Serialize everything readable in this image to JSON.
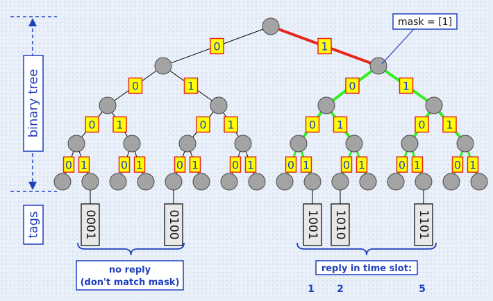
{
  "labels": {
    "binary_tree": "binary tree",
    "tags": "tags",
    "mask": "mask = [1]",
    "no_reply_line1": "no reply",
    "no_reply_line2": "(don't match mask)",
    "reply_in_time_slot": "reply in time slot:"
  },
  "bit_labels": [
    "0",
    "1"
  ],
  "tags": [
    "0001",
    "0100",
    "1001",
    "1010",
    "1101"
  ],
  "time_slots": [
    "1",
    "2",
    "5"
  ],
  "colors": {
    "node": "#a3a3a3",
    "edge": "#000000",
    "mask_edge": "#e8261c",
    "reply_edge": "#33ee22",
    "bit_box_fill": "#ffff00",
    "bit_box_border": "#e8261c",
    "bit_text": "#1f3fbf",
    "annotation": "#1f3fbf",
    "tag_fill": "#e8e8e8"
  }
}
